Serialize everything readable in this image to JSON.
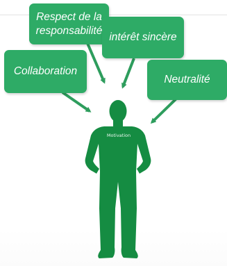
{
  "colors": {
    "box_fill": "#2eab66",
    "arrow": "#2e9d5d",
    "person": "#158c42",
    "text": "#ffffff"
  },
  "boxes": {
    "respect": {
      "label": "Respect de la responsabilité"
    },
    "interet": {
      "label": "intérêt sincère"
    },
    "collaboration": {
      "label": "Collaboration"
    },
    "neutralite": {
      "label": "Neutralité"
    }
  },
  "person": {
    "label": "Motivation",
    "icon": "person-silhouette-icon"
  }
}
